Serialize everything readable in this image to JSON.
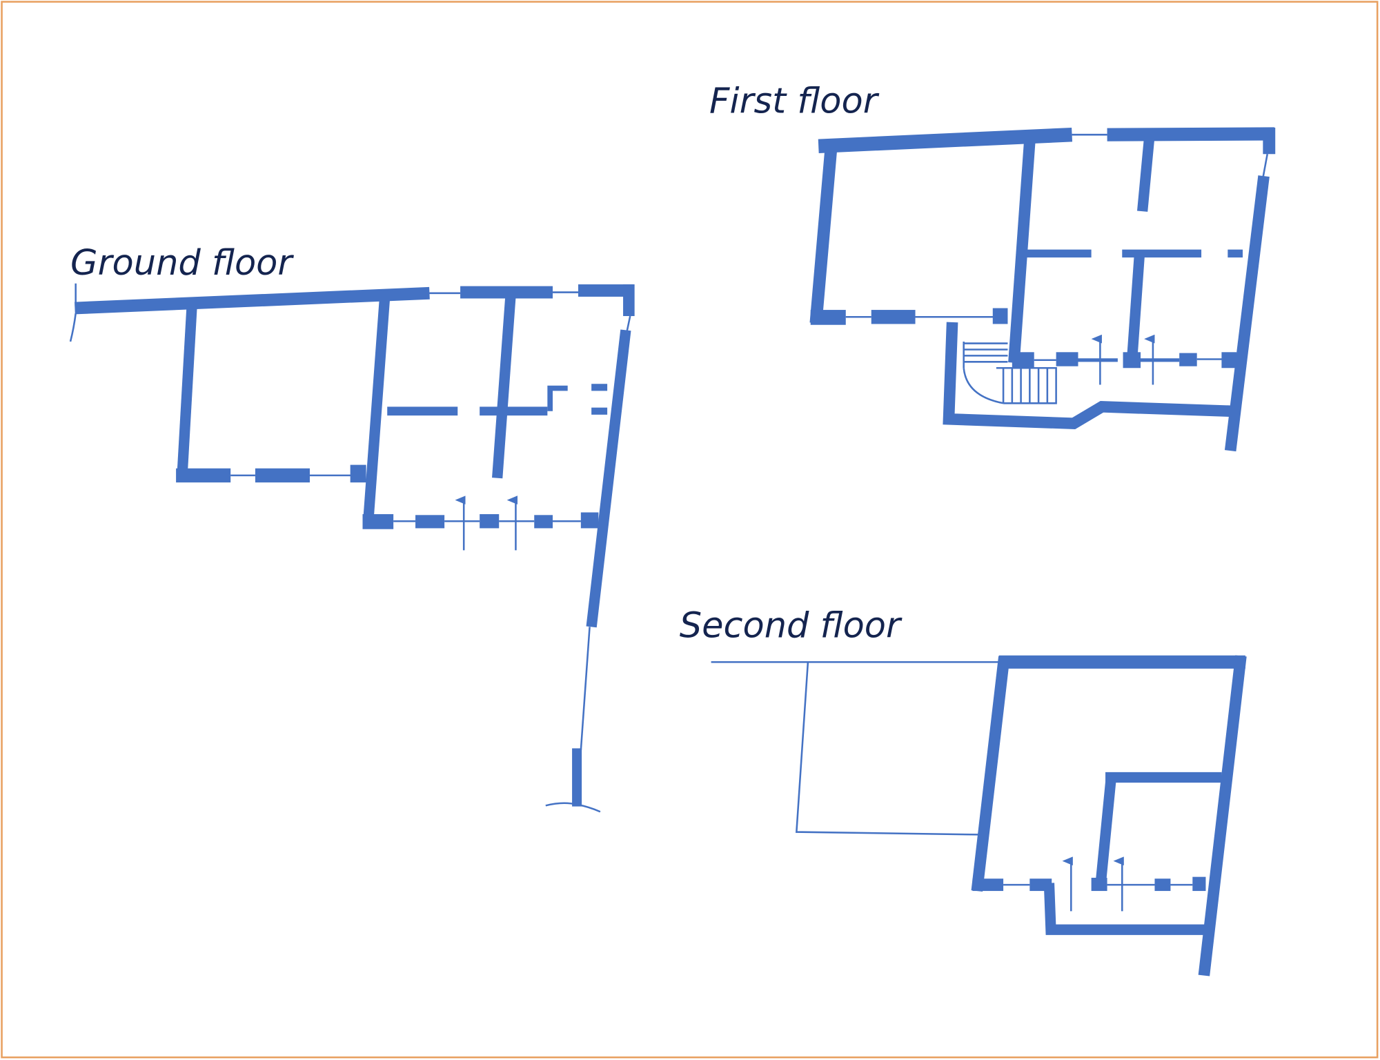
{
  "labels": {
    "ground_floor": "Ground floor",
    "first_floor": "First floor",
    "second_floor": "Second floor"
  },
  "colors": {
    "wall": "#4472c4",
    "label": "#14244f",
    "frame": "#e8a060"
  }
}
